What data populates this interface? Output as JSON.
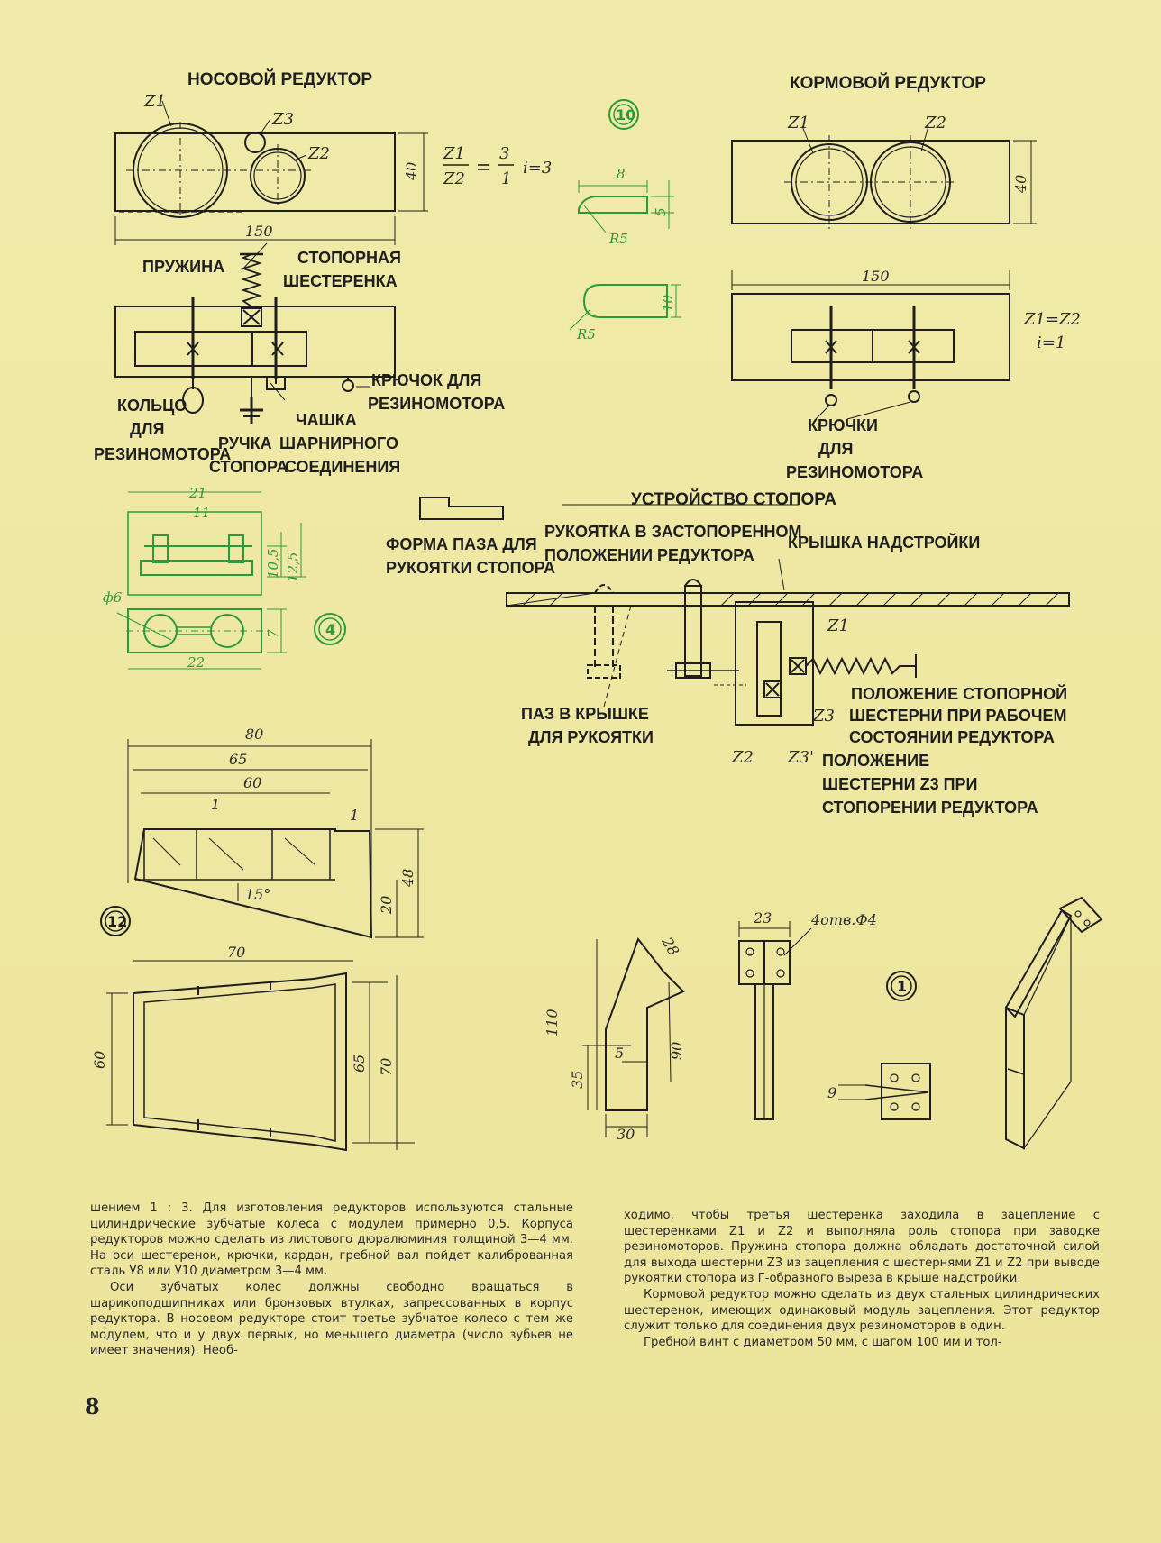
{
  "drawing_labels": {
    "nose_gearbox_title": "НОСОВОЙ РЕДУКТОР",
    "stern_gearbox_title": "КОРМОВОЙ РЕДУКТОР",
    "spring": "ПРУЖИНА",
    "stop_gear_line1": "СТОПОРНАЯ",
    "stop_gear_line2": "ШЕСТЕРЕНКА",
    "hook_line1": "КРЮЧОК ДЛЯ",
    "hook_line2": "РЕЗИНОМОТОРА",
    "ring_line1": "КОЛЬЦО",
    "ring_line2": "ДЛЯ",
    "ring_line3": "РЕЗИНОМОТОРА",
    "cup_line1": "ЧАШКА",
    "cup_line2": "ШАРНИРНОГО",
    "cup_line3": "СОЕДИНЕНИЯ",
    "handle_line1": "РУЧКА",
    "handle_line2": "СТОПОРА",
    "hooks_line1": "КРЮЧКИ",
    "hooks_line2": "ДЛЯ",
    "hooks_line3": "РЕЗИНОМОТОРА",
    "stopper_title": "УСТРОЙСТВО СТОПОРА",
    "slot_shape_line1": "ФОРМА ПАЗА ДЛЯ",
    "slot_shape_line2": "РУКОЯТКИ СТОПОРА",
    "handle_locked_line1": "РУКОЯТКА В ЗАСТОПОРЕННОМ",
    "handle_locked_line2": "ПОЛОЖЕНИИ РЕДУКТОРА",
    "roof_cover": "КРЫШКА НАДСТРОЙКИ",
    "slot_cover_line1": "ПАЗ В КРЫШКЕ",
    "slot_cover_line2": "ДЛЯ РУКОЯТКИ",
    "work_pos_line1": "ПОЛОЖЕНИЕ СТОПОРНОЙ",
    "work_pos_line2": "ШЕСТЕРНИ ПРИ РАБОЧЕМ",
    "work_pos_line3": "СОСТОЯНИИ РЕДУКТОРА",
    "stop_pos_line1": "ПОЛОЖЕНИЕ",
    "stop_pos_line2": "ШЕСТЕРНИ Z3 ПРИ",
    "stop_pos_line3": "СТОПОРЕНИИ РЕДУКТОРА"
  },
  "formulas": {
    "z1": "Z1",
    "z2": "Z2",
    "z3": "Z3",
    "z2p": "Z2",
    "z3p": "Z3'",
    "ratio_num": "3",
    "ratio_den": "1",
    "ratio_i": "i=3",
    "stern_eq": "Z1=Z2",
    "stern_i": "i=1"
  },
  "dimensions": {
    "d150": "150",
    "d40": "40",
    "d8": "8",
    "d5": "5",
    "d10": "10",
    "r5": "R5",
    "d21": "21",
    "d11": "11",
    "d105": "10,5",
    "d125": "12,5",
    "phi6": "ф6",
    "d7": "7",
    "d22": "22",
    "d80": "80",
    "d65": "65",
    "d60": "60",
    "d1": "1",
    "d48": "48",
    "d20": "20",
    "d15deg": "15°",
    "d70": "70",
    "d110": "110",
    "d35": "35",
    "d90": "90",
    "d30": "30",
    "d28": "28",
    "d23": "23",
    "holes": "4отв.Ф4",
    "d9": "9"
  },
  "figure_numbers": {
    "f10": "10",
    "f4": "4",
    "f12": "12",
    "f1": "1"
  },
  "page_number": "8",
  "body_text": {
    "left": [
      "шением 1 : 3. Для изготовления редукторов используются стальные цилиндрические зубчатые колеса с модулем примерно 0,5. Корпуса редукторов можно сделать из листового дюралюминия толщиной 3—4 мм. На оси шестеренок, крючки, кардан, гребной вал пойдет калиброванная сталь У8 или У10 диаметром 3—4 мм.",
      "Оси зубчатых колес должны свободно вращаться в шарикоподшипниках или бронзовых втулках, запрессованных в корпус редуктора. В носовом редукторе стоит третье зубчатое колесо с тем же модулем, что и у двух первых, но меньшего диаметра (число зубьев не имеет значения). Необ-"
    ],
    "right": [
      "ходимо, чтобы третья шестеренка заходила в зацепление с шестеренками Z1 и Z2 и выполняла роль стопора при заводке резиномоторов. Пружина стопора должна обладать достаточной силой для выхода шестерни Z3 из зацепления с шестернями Z1 и Z2 при выводе рукоятки стопора из Г-образного выреза в крыше надстройки.",
      "Кормовой редуктор можно сделать из двух стальных цилиндрических шестеренок, имеющих одинаковый модуль зацепления. Этот редуктор служит только для соединения двух резиномоторов в один.",
      "Гребной винт с диаметром 50 мм, с шагом 100 мм и тол-"
    ]
  },
  "colors": {
    "paper": "#efe9a4",
    "ink": "#1e1e1e",
    "green": "#2b9a3c"
  }
}
